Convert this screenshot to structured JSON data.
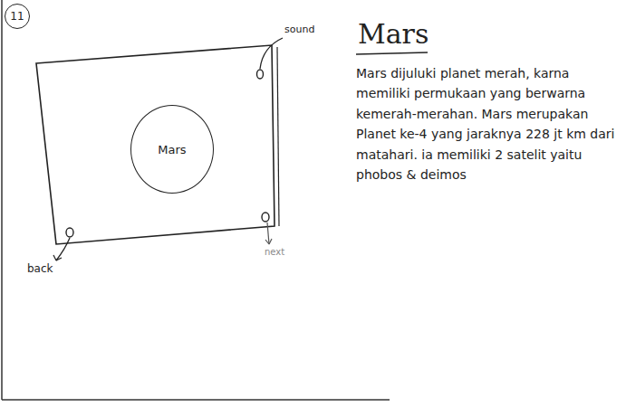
{
  "diagram": {
    "title": "Mars",
    "nodes": [
      {
        "text": [
          "11"
        ]
      },
      {
        "text": [
          "Mars"
        ]
      }
    ],
    "labels": [
      "sound",
      "back",
      "next",
      "Mars dijuluki planet merah, karna memiliki permukaan yang berwarna kemerah-merahan. Mars merupakan Planet ke-4 yang jaraknya 228 jt km dari matahari. ia memiliki 2 satelit yaitu phobos & deimos"
    ]
  }
}
